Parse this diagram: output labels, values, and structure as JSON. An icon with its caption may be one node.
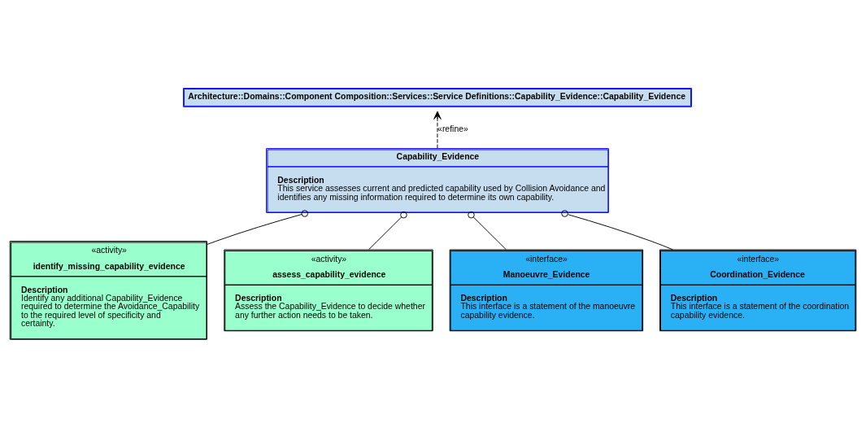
{
  "diagram": {
    "nodes": [
      {
        "text": [
          "Architecture::Domains::Component Composition::Services::Service Definitions::Capability_Evidence::Capability_Evidence"
        ]
      },
      {
        "text": [
          "Capability_Evidence",
          "Description",
          "This service assesses current and predicted capability used by Collision Avoidance and identifies any missing information required to determine its own capability."
        ]
      },
      {
        "text": [
          "«activity»",
          "identify_missing_capability_evidence",
          "Description",
          "Identify any additional Capability_Evidence required to determine the Avoidance_Capability to the required level of specificity and certainty."
        ]
      },
      {
        "text": [
          "«activity»",
          "assess_capability_evidence",
          "Description",
          "Assess the Capability_Evidence to decide whether any further action needs to be taken."
        ]
      },
      {
        "text": [
          "«interface»",
          "Manoeuvre_Evidence",
          "Description",
          "This interface is a statement of the manoeuvre capability evidence."
        ]
      },
      {
        "text": [
          "«interface»",
          "Coordination_Evidence",
          "Description",
          "This interface is a statement of the coordination capability evidence."
        ]
      }
    ],
    "edges": [
      {
        "from": 1,
        "to": 0,
        "arrow": "to",
        "style": "dashed",
        "label": "«refine»"
      },
      {
        "from": 2,
        "to": 1,
        "arrow": "other"
      },
      {
        "from": 3,
        "to": 1,
        "arrow": "other"
      },
      {
        "from": 4,
        "to": 1,
        "arrow": "other"
      },
      {
        "from": 5,
        "to": 1,
        "arrow": "other"
      }
    ]
  }
}
